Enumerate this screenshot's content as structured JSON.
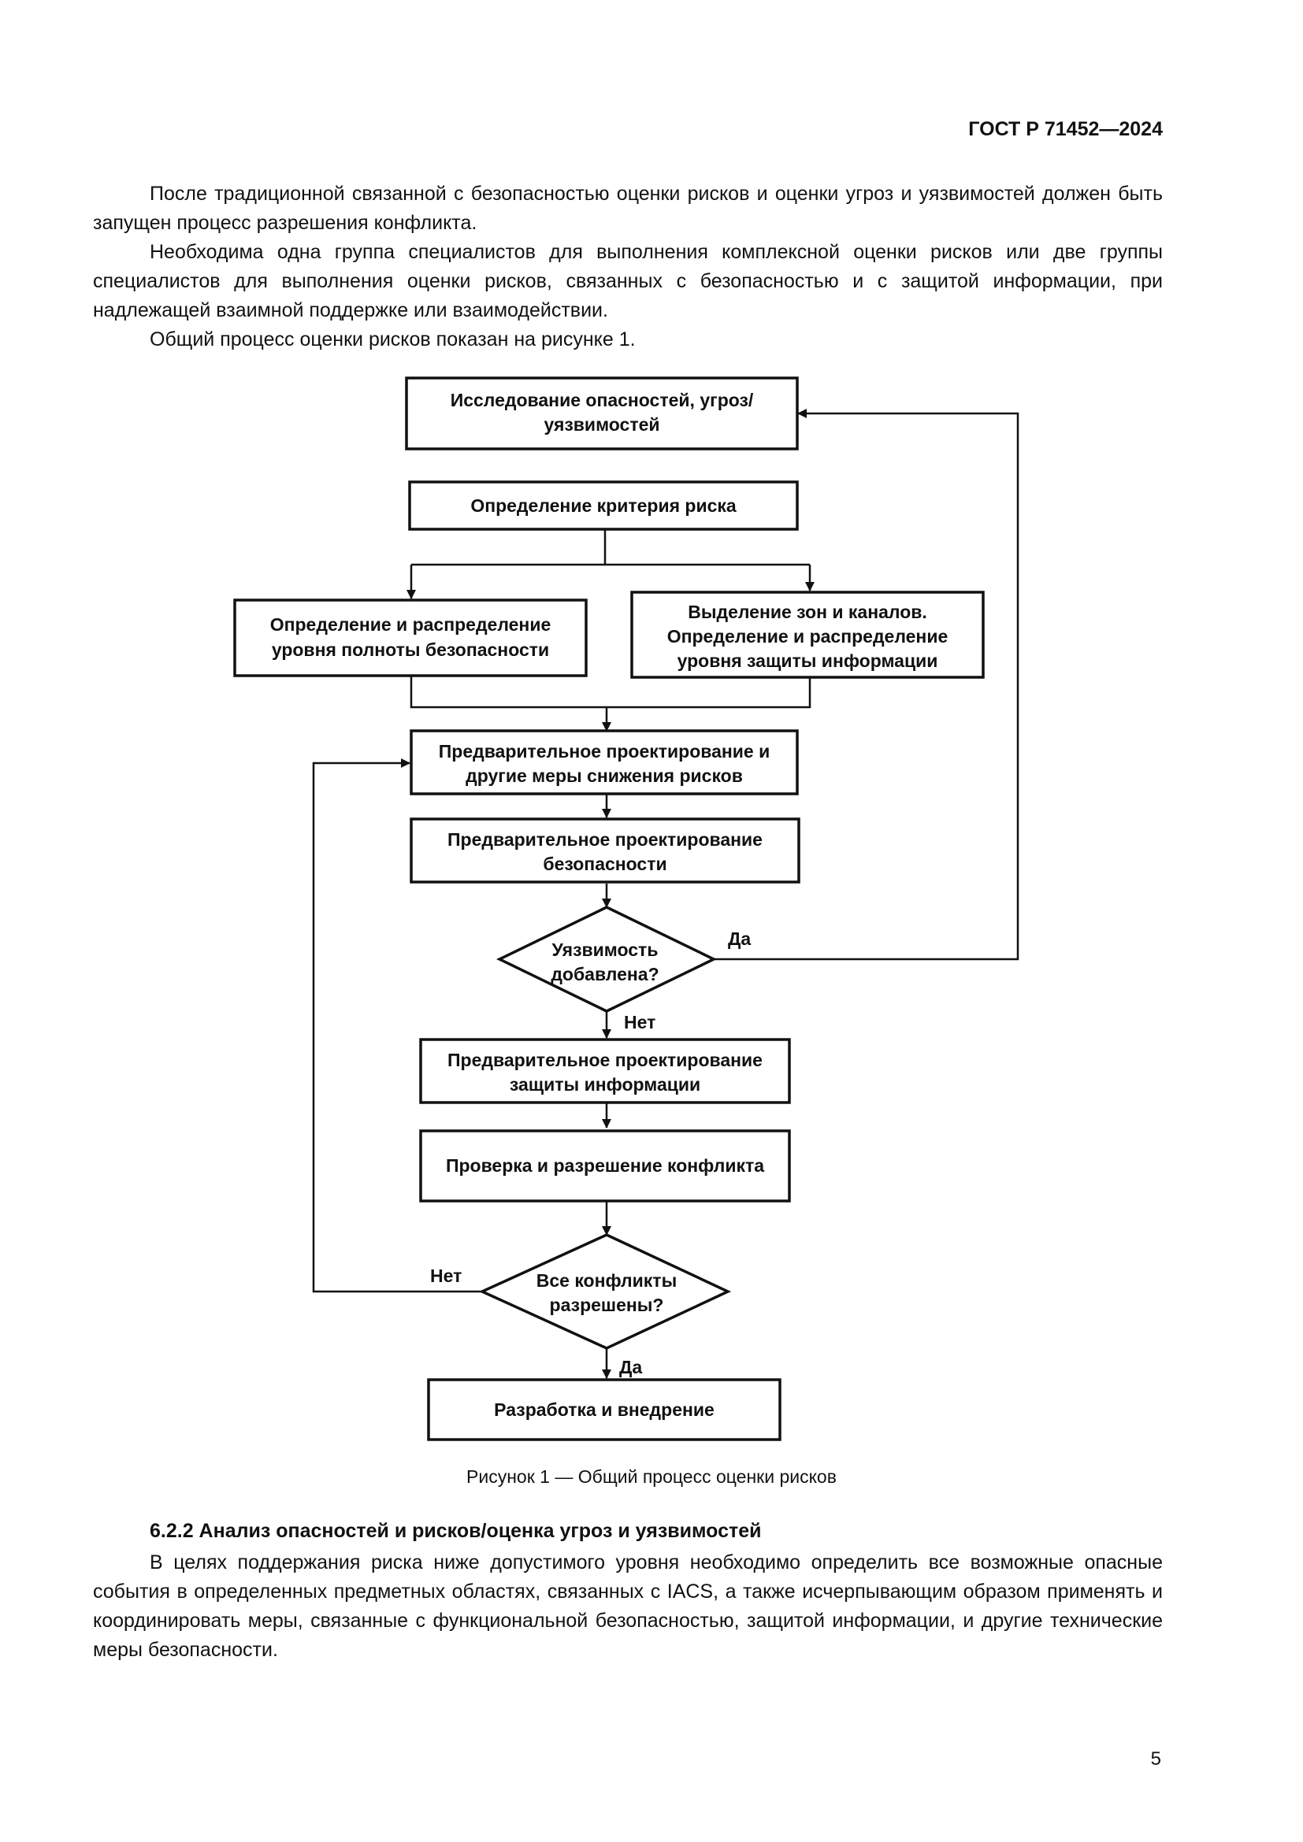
{
  "header": {
    "doc_id": "ГОСТ Р 71452—2024"
  },
  "paragraphs": {
    "p1": "После традиционной связанной с безопасностью оценки рисков и оценки угроз и уязвимостей должен быть запущен процесс разрешения конфликта.",
    "p2": "Необходима одна группа специалистов для выполнения комплексной оценки рисков или две группы специалистов для выполнения оценки рисков, связанных с безопасностью и с защитой информации, при надлежащей взаимной поддержке или взаимодействии.",
    "p3": "Общий процесс оценки рисков показан на рисунке 1.",
    "p4": "В целях поддержания риска ниже допустимого уровня необходимо определить все возможные опасные события в определенных предметных областях, связанных с IACS, а также исчерпывающим образом применять и координировать меры, связанные с функциональной безопасностью, защитой информации, и другие технические меры безопасности."
  },
  "flowchart": {
    "step1": [
      "Исследование опасностей, угроз/",
      "уязвимостей"
    ],
    "step2": [
      "Определение критерия риска"
    ],
    "step3a": [
      "Определение и распределение",
      "уровня полноты безопасности"
    ],
    "step3b": [
      "Выделение зон и каналов.",
      "Определение и распределение",
      "уровня защиты информации"
    ],
    "step4": [
      "Предварительное проектирование и",
      "другие меры снижения рисков"
    ],
    "step5": [
      "Предварительное проектирование",
      "безопасности"
    ],
    "decision1": [
      "Уязвимость",
      "добавлена?"
    ],
    "decision1_yes": "Да",
    "decision1_no": "Нет",
    "step6": [
      "Предварительное проектирование",
      "защиты информации"
    ],
    "step7": [
      "Проверка и разрешение конфликта"
    ],
    "decision2": [
      "Все конфликты",
      "разрешены?"
    ],
    "decision2_no": "Нет",
    "decision2_yes": "Да",
    "step8": [
      "Разработка и внедрение"
    ]
  },
  "caption": "Рисунок 1 — Общий процесс оценки рисков",
  "section_title": "6.2.2  Анализ опасностей и рисков/оценка угроз и уязвимостей",
  "page_number": "5"
}
